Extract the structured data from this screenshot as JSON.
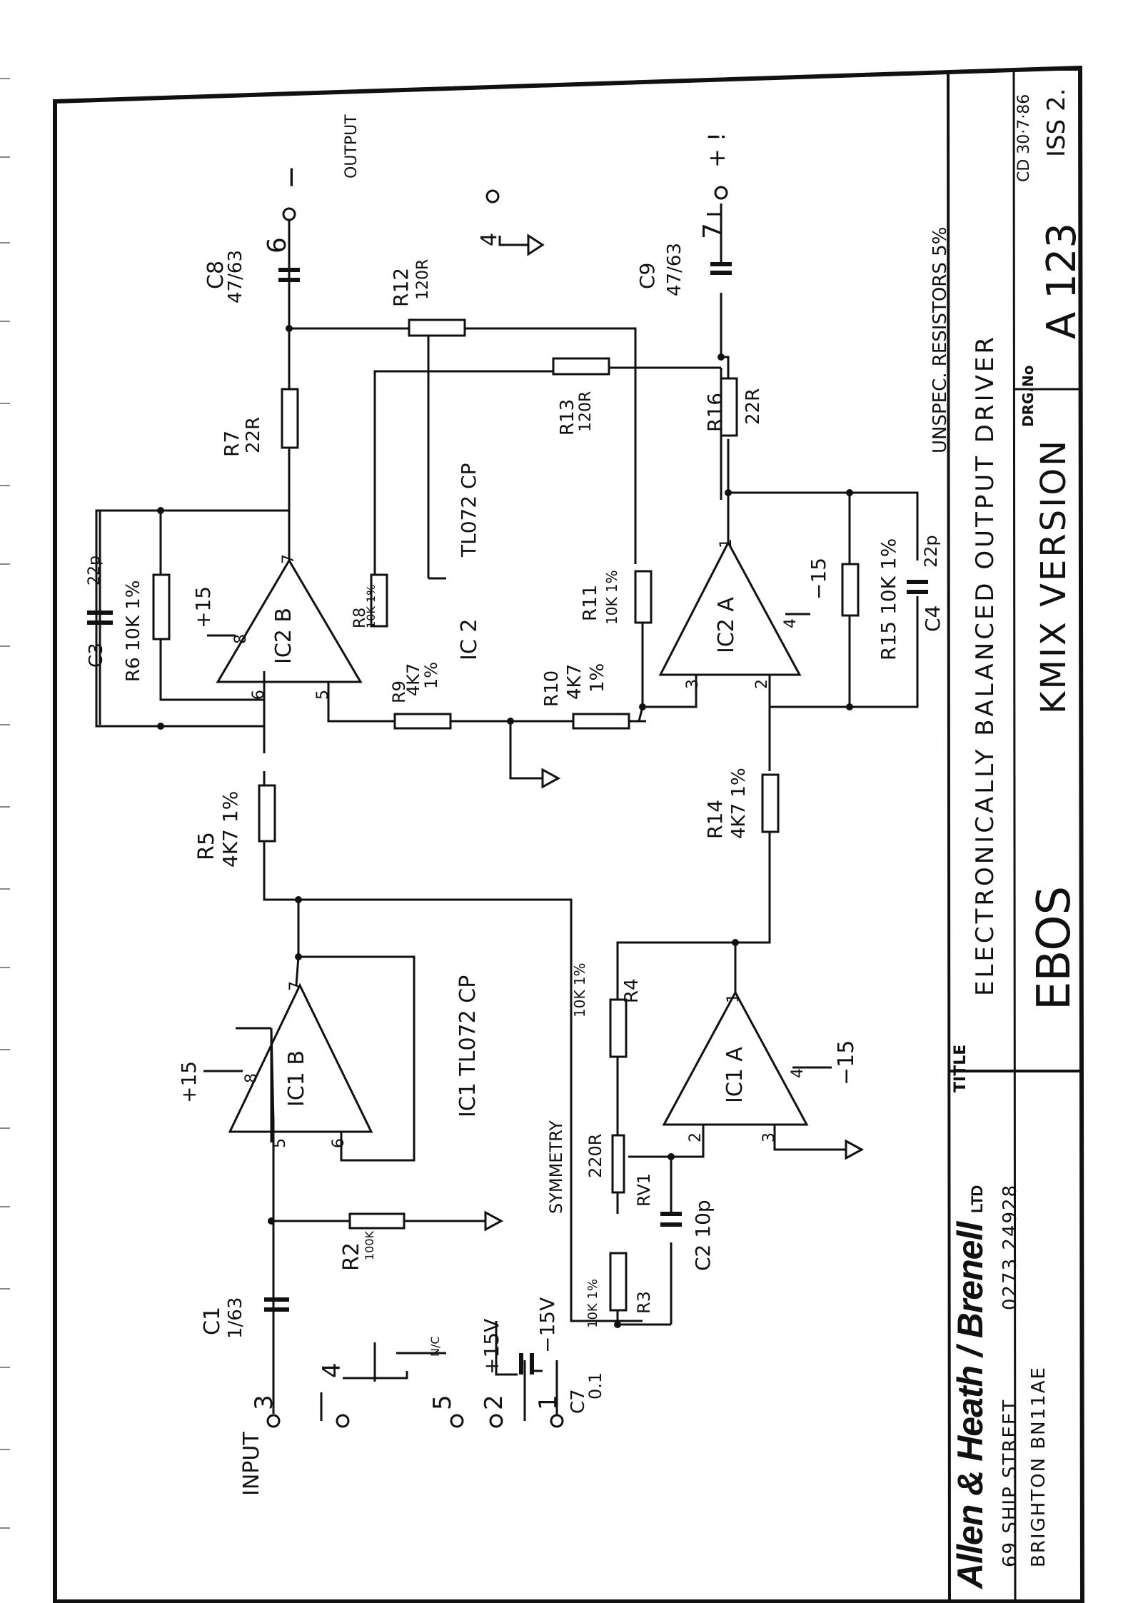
{
  "title_block": {
    "title_label": "TITLE",
    "title_line1": "ELECTRONICALLY BALANCED OUTPUT DRIVER",
    "title_line2_left": "EBOS",
    "title_line2_right": "KMIX VERSION",
    "unspec_note": "UNSPEC. RESISTORS 5%",
    "drg_label": "DRG.No",
    "drg_number": "A 123",
    "issue": "ISS 2.",
    "checked": "CD 30·7·86",
    "company": "Allen & Heath / Brenell",
    "company_suffix": "LTD",
    "address1": "69 SHIP STREET",
    "address2": "BRIGHTON BN11AE",
    "phone": "0273 24928"
  },
  "labels": {
    "input": "INPUT",
    "output": "OUTPUT",
    "ic1": "IC1 TL072 CP",
    "ic2_a": "IC 2",
    "ic2_b": "TL072 CP",
    "symmetry": "SYMMETRY",
    "p15_a": "+15",
    "p15_b": "+15",
    "m15_a": "−15",
    "m15_b": "−15",
    "nc": "N/C",
    "v15p": "+15V",
    "v15m": "−15V",
    "plus_mark": "+ !",
    "minus_mark": "−"
  },
  "pins": {
    "p1": "1",
    "p2": "2",
    "p3": "3",
    "p4a": "4",
    "p4b": "4",
    "p5": "5",
    "p6": "6",
    "p7": "7"
  },
  "opamps": {
    "ic1b": "IC1 B",
    "ic1a": "IC1 A",
    "ic2b": "IC2 B",
    "ic2a": "IC2 A"
  },
  "opamp_pins": {
    "ic1b_5": "5",
    "ic1b_6": "6",
    "ic1b_7": "7",
    "ic1b_8": "8",
    "ic1a_1": "1",
    "ic1a_2": "2",
    "ic1a_3": "3",
    "ic1a_4": "4",
    "ic2b_5": "5",
    "ic2b_6": "6",
    "ic2b_7": "7",
    "ic2b_8": "8",
    "ic2a_1": "1",
    "ic2a_2": "2",
    "ic2a_3": "3",
    "ic2a_4": "4"
  },
  "components": {
    "c1": "C1",
    "c1v": "1/63",
    "c2": "C2 10p",
    "c3": "C3",
    "c3v": "22p",
    "c4": "C4",
    "c4v": "22p",
    "c7": "C7",
    "c7v": "0.1",
    "c8": "C8",
    "c8v": "47/63",
    "c9": "C9",
    "c9v": "47/63",
    "r2": "R2",
    "r2v": "100K",
    "r3": "R3",
    "r3v": "10K 1%",
    "r4": "R4",
    "r4v": "10K 1%",
    "r5": "R5",
    "r5v": "4K7 1%",
    "r6": "R6 10K 1%",
    "r7": "R7",
    "r7v": "22R",
    "r8": "R8",
    "r8v": "10K 1%",
    "r9": "R9",
    "r9v": "4K7",
    "r9t": "1%",
    "r10": "R10",
    "r10v": "4K7",
    "r10t": "1%",
    "r11": "R11",
    "r11v": "10K 1%",
    "r12": "R12",
    "r12v": "120R",
    "r13": "R13",
    "r13v": "120R",
    "r14": "R14",
    "r14v": "4K7 1%",
    "r15": "R15 10K 1%",
    "r16": "R16",
    "r16v": "22R",
    "rv1": "RV1",
    "rv1v": "220R"
  }
}
